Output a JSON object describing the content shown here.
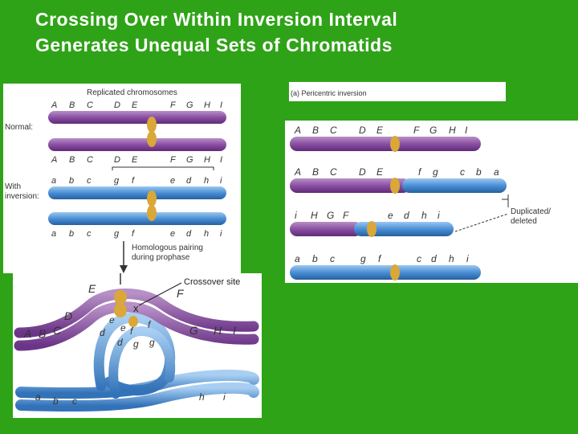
{
  "slide": {
    "title_line1": "Crossing Over Within Inversion Interval",
    "title_line2": "Generates Unequal Sets of Chromatids"
  },
  "left_panel": {
    "header": "Replicated chromosomes",
    "normal_label": "Normal:",
    "inversion_label_1": "With",
    "inversion_label_2": "inversion:",
    "normal_genes_top": [
      "A",
      "B",
      "C",
      "D",
      "E",
      "F",
      "G",
      "H",
      "I"
    ],
    "normal_genes_bottom": [
      "A",
      "B",
      "C",
      "D",
      "E",
      "F",
      "G",
      "H",
      "I"
    ],
    "inversion_genes_top": [
      "a",
      "b",
      "c",
      "g",
      "f",
      "e",
      "d",
      "h",
      "i"
    ],
    "inversion_genes_bottom": [
      "a",
      "b",
      "c",
      "g",
      "f",
      "e",
      "d",
      "h",
      "i"
    ],
    "pairing_label_1": "Homologous pairing",
    "pairing_label_2": "during prophase"
  },
  "crossover_panel": {
    "crossover_label": "Crossover site",
    "purple_genes": [
      "A",
      "B",
      "C",
      "D",
      "E",
      "F",
      "G",
      "H",
      "I"
    ],
    "blue_loop_genes": [
      "e",
      "d",
      "f",
      "g",
      "d",
      "e",
      "f",
      "g"
    ],
    "blue_end_genes": [
      "a",
      "b",
      "c",
      "h",
      "i"
    ]
  },
  "right_panel": {
    "header": "(a) Pericentric inversion",
    "row1_genes": [
      "A",
      "B",
      "C",
      "D",
      "E",
      "F",
      "G",
      "H",
      "I"
    ],
    "row2_genes": [
      "A",
      "B",
      "C",
      "D",
      "E",
      "f",
      "g",
      "c",
      "b",
      "a"
    ],
    "row3_genes": [
      "i",
      "H",
      "G",
      "F",
      "e",
      "d",
      "h",
      "i"
    ],
    "row4_genes": [
      "a",
      "b",
      "c",
      "g",
      "f",
      "c",
      "d",
      "h",
      "i"
    ],
    "dup_label_1": "Duplicated/",
    "dup_label_2": "deleted"
  },
  "colors": {
    "background": "#2fa317",
    "purple": "#8b4fa3",
    "blue": "#4a8fd6",
    "centromere": "#d9a838"
  }
}
